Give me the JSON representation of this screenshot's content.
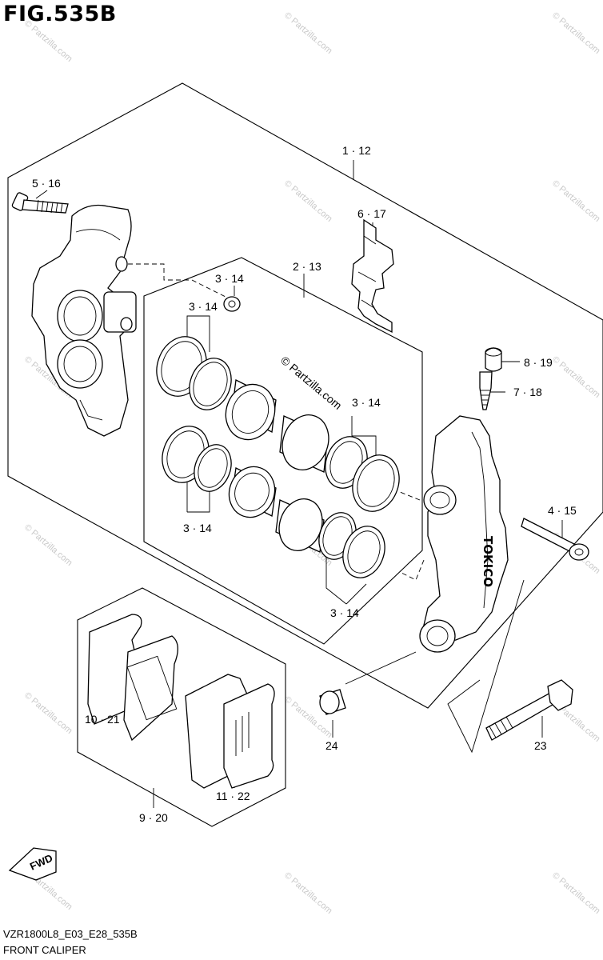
{
  "figure": {
    "title": "FIG.535B",
    "model_code": "VZR1800L8_E03_E28_535B",
    "caption": "FRONT CALIPER"
  },
  "callouts": [
    {
      "id": "c-1-12",
      "text": "1 · 12"
    },
    {
      "id": "c-5-16",
      "text": "5 · 16"
    },
    {
      "id": "c-6-17",
      "text": "6 · 17"
    },
    {
      "id": "c-2-13",
      "text": "2 · 13"
    },
    {
      "id": "c-3-14-a",
      "text": "3 · 14"
    },
    {
      "id": "c-3-14-b",
      "text": "3 · 14"
    },
    {
      "id": "c-3-14-c",
      "text": "3 · 14"
    },
    {
      "id": "c-3-14-d",
      "text": "3 · 14"
    },
    {
      "id": "c-3-14-e",
      "text": "3 · 14"
    },
    {
      "id": "c-8-19",
      "text": "8 · 19"
    },
    {
      "id": "c-7-18",
      "text": "7 · 18"
    },
    {
      "id": "c-4-15",
      "text": "4 · 15"
    },
    {
      "id": "c-10-21",
      "text": "10 · 21"
    },
    {
      "id": "c-11-22",
      "text": "11 · 22"
    },
    {
      "id": "c-9-20",
      "text": "9 · 20"
    },
    {
      "id": "c-24",
      "text": "24"
    },
    {
      "id": "c-23",
      "text": "23"
    }
  ],
  "watermark": {
    "main": "© Partzilla.com",
    "repeat": "© Partzilla.com"
  },
  "caliper_brand": "TOKICO",
  "fwd_label": "FWD"
}
